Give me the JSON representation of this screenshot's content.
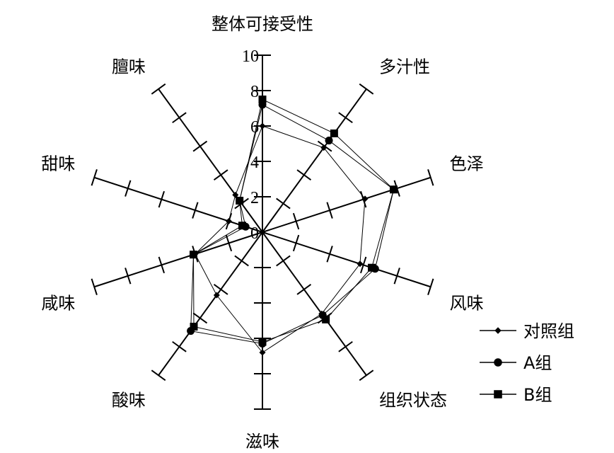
{
  "chart_data": {
    "type": "radar",
    "axes": [
      "整体可接受性",
      "多汁性",
      "色泽",
      "风味",
      "组织状态",
      "滋味",
      "酸味",
      "咸味",
      "甜味",
      "膻味"
    ],
    "range": [
      0,
      10
    ],
    "ticks": [
      "0",
      "2",
      "4",
      "6",
      "8",
      "10"
    ],
    "grid": false,
    "legend_position": "bottom-right",
    "series": [
      {
        "name": "对照组",
        "marker": "diamond",
        "values": [
          6.0,
          5.9,
          6.1,
          5.8,
          5.7,
          6.8,
          4.4,
          4.0,
          2.0,
          2.6
        ]
      },
      {
        "name": "A组",
        "marker": "circle",
        "values": [
          7.2,
          6.4,
          7.8,
          6.7,
          5.8,
          6.3,
          6.9,
          4.1,
          1.0,
          2.2
        ]
      },
      {
        "name": "B组",
        "marker": "square",
        "values": [
          7.5,
          6.9,
          7.8,
          6.5,
          6.1,
          6.2,
          6.6,
          4.1,
          1.2,
          2.2
        ]
      }
    ]
  }
}
